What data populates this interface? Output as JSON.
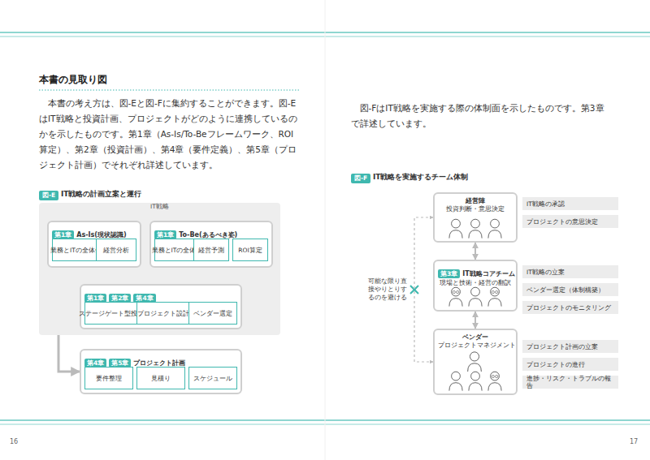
{
  "diagram": {
    "nodes": [
      {
        "text": [
          "IT戦略"
        ]
      },
      {
        "text": [
          "第1章",
          "As-Is(現状認識)"
        ],
        "in": 0
      },
      {
        "text": [
          "業務とITの全体像"
        ],
        "in": 1
      },
      {
        "text": [
          "経営分析"
        ],
        "in": 1
      },
      {
        "text": [
          "第1章",
          "To-Be(あるべき姿)"
        ],
        "in": 0
      },
      {
        "text": [
          "業務とITの全体像"
        ],
        "in": 4
      },
      {
        "text": [
          "経営予測"
        ],
        "in": 4
      },
      {
        "text": [
          "ROI算定"
        ],
        "in": 4
      },
      {
        "text": [
          "第1章",
          "第2章",
          "第4章"
        ],
        "in": 0
      },
      {
        "text": [
          "ステージゲート型投資計画"
        ],
        "in": 8
      },
      {
        "text": [
          "プロジェクト設計"
        ],
        "in": 8
      },
      {
        "text": [
          "ベンダー選定"
        ],
        "in": 8
      },
      {
        "text": [
          "第4章",
          "第5章",
          "プロジェクト計画"
        ]
      },
      {
        "text": [
          "要件整理"
        ],
        "in": 12
      },
      {
        "text": [
          "見積り"
        ],
        "in": 12
      },
      {
        "text": [
          "スケジュール"
        ],
        "in": 12
      },
      {
        "text": [
          "経営陣",
          "投資判断・意思決定"
        ]
      },
      {
        "text": [
          "IT戦略の承認"
        ]
      },
      {
        "text": [
          "プロジェクトの意思決定"
        ]
      },
      {
        "text": [
          "第3章",
          "IT戦略コアチーム",
          "現場と技術・経営の翻訳"
        ]
      },
      {
        "text": [
          "IT戦略の立案"
        ]
      },
      {
        "text": [
          "ベンダー選定（体制構築）"
        ]
      },
      {
        "text": [
          "プロジェクトのモニタリング"
        ]
      },
      {
        "text": [
          "ベンダー",
          "プロジェクトマネジメント"
        ]
      },
      {
        "text": [
          "プロジェクト計画の立案"
        ]
      },
      {
        "text": [
          "プロジェクトの進行"
        ]
      },
      {
        "text": [
          "進捗・リスク・トラブルの報告"
        ]
      }
    ],
    "edges": [
      {
        "from": 1,
        "to": 4,
        "arrow": "to"
      },
      {
        "from": 1,
        "to": 8,
        "arrow": "to"
      },
      {
        "from": 8,
        "to": 12,
        "arrow": "to"
      },
      {
        "from": 16,
        "to": 19,
        "arrow": "both"
      },
      {
        "from": 19,
        "to": 23,
        "arrow": "both"
      },
      {
        "from": 16,
        "to": 23,
        "label": "可能な限り直接やりとりするのを避ける",
        "arrow": "both"
      }
    ],
    "labels": [
      "本書の見取り図",
      "本書の考え方は、図-Eと図-Fに集約することができます。図-EはIT戦略と投資計画、プロジェクトがどのように連携しているのかを示したものです。第1章（As-Is/To-Beフレームワーク、ROI算定）、第2章（投資計画）、第4章（要件定義）、第5章（プロジェクト計画）でそれぞれ詳述しています。",
      "図-E",
      "IT戦略の計画立案と運行",
      "図-FはIT戦略を実施する際の体制面を示したものです。第3章で詳述しています。",
      "図-F",
      "IT戦略を実施するチーム体制",
      "16",
      "17"
    ]
  }
}
